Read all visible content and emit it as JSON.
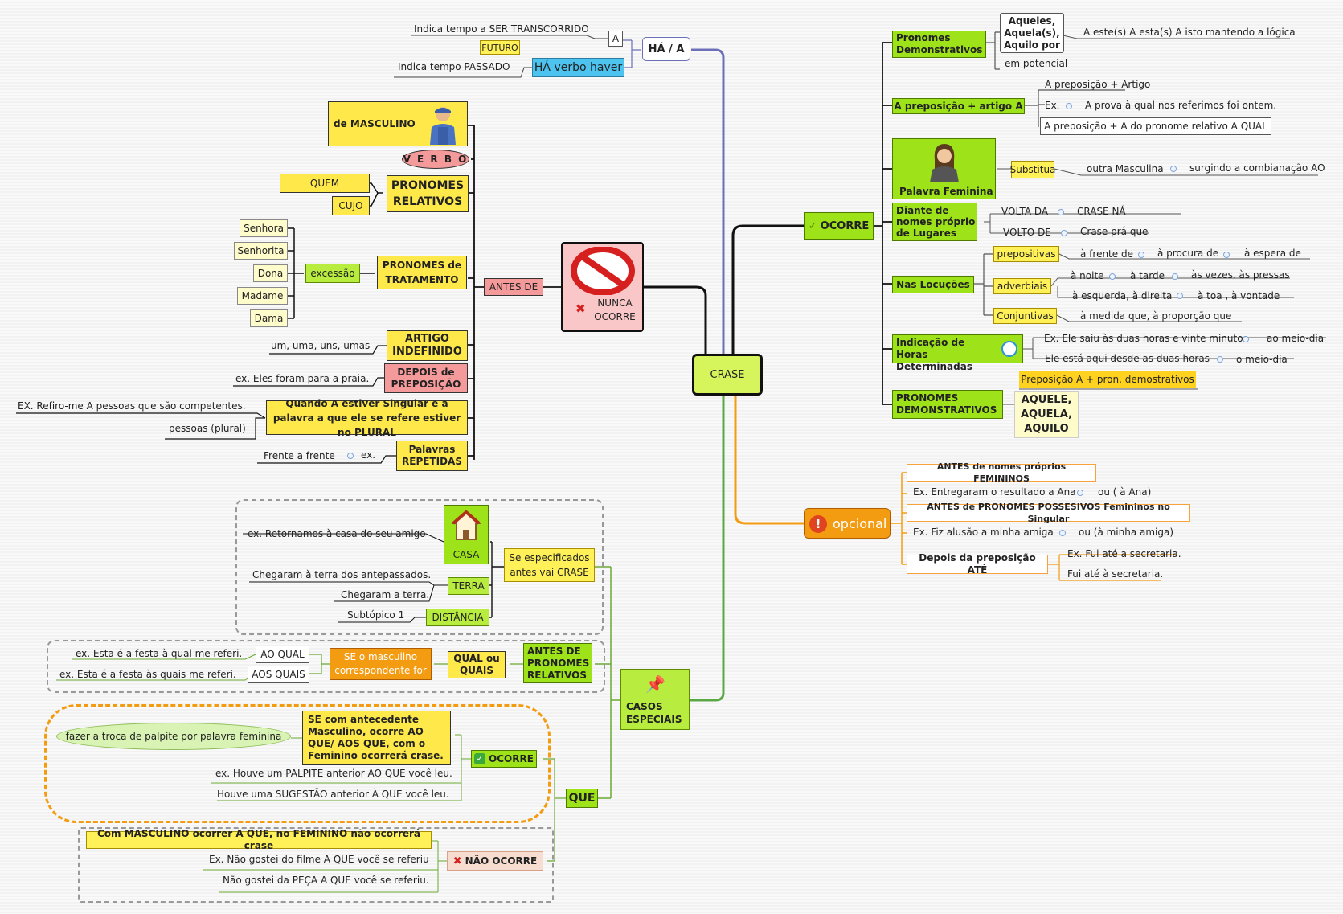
{
  "center": "CRASE",
  "ha_a": {
    "label": "HÁ / A",
    "a": "A",
    "a_desc": "Indica tempo a SER TRANSCORRIDO",
    "futuro": "FUTURO",
    "ha": "HÁ verbo haver",
    "ha_desc": "Indica tempo PASSADO"
  },
  "nunca": {
    "label": "NUNCA OCORRE",
    "antes_de": "ANTES DE",
    "masculino": "de MASCULINO",
    "verbo": "V E R B O",
    "pron_rel": "PRONOMES RELATIVOS",
    "quem": "QUEM",
    "cujo": "CUJO",
    "pron_trat": "PRONOMES de TRATAMENTO",
    "excecao": "excessão",
    "tratamentos": [
      "Senhora",
      "Senhorita",
      "Dona",
      "Madame",
      "Dama"
    ],
    "artigo": "ARTIGO INDEFINIDO",
    "artigo_ex": "um, uma, uns, umas",
    "depois": "DEPOIS de PREPOSIÇÃO",
    "depois_ex": "ex. Eles foram para a praia.",
    "singular": "Quando A estiver Singular e a palavra a que ele se refere estiver no PLURAL",
    "singular_ex": "EX. Refiro-me A  pessoas que são competentes.",
    "singular_ex2": "pessoas (plural)",
    "repetidas": "Palavras REPETIDAS",
    "repetidas_ex": "ex.",
    "repetidas_ex2": "Frente a frente"
  },
  "ocorre": {
    "label": "OCORRE",
    "pron_dem": "Pronomes Demonstrativos",
    "aqueles": "Aqueles, Aquela(s), Aquilo por",
    "aqueles_desc": "A este(s) A esta(s) A isto mantendo a lógica",
    "potencial": "em potencial",
    "prep_artigo": "A preposição + artigo A",
    "prep_artigo_1": "A preposição + Artigo",
    "prep_artigo_ex": "Ex.",
    "prep_artigo_ex_txt": "A prova à qual nos referimos foi ontem.",
    "prep_artigo_3": "A preposição + A do pronome relativo A QUAL",
    "fem": "Palavra Feminina",
    "substitua": "Substitua",
    "outra": "outra Masculina",
    "surgindo": "surgindo a combianação AO",
    "lugares": "Diante de nomes próprio de Lugares",
    "volta": "VOLTA DA",
    "crase_na": "CRASE NÁ",
    "volto": "VOLTO DE",
    "crase_pra": "Crase prá que",
    "locucoes": "Nas Locuções",
    "prepositivas": "prepositivas",
    "prep_items": [
      "à frente de",
      "à procura de",
      "à espera de"
    ],
    "adverbiais": "adverbiais",
    "adv_items1": [
      "à noite",
      "à tarde",
      "às vezes, às pressas"
    ],
    "adv_items2": [
      "à esquerda, à direita",
      "à toa , à vontade"
    ],
    "conjuntivas": "Conjuntivas",
    "conj_item": "à medida que, à proporção que",
    "horas": "Indicação de Horas Determinadas",
    "horas_1": "Ex. Ele saiu às duas horas e vinte minutos",
    "horas_1b": "ao meio-dia",
    "horas_2": "Ele está aqui desde as duas horas",
    "horas_2b": "o meio-dia",
    "pron_dem2": "PRONOMES DEMONSTRATIVOS",
    "prep_pron": "Preposição A + pron. demostrativos",
    "aquele": "AQUELE, AQUELA, AQUILO"
  },
  "opcional": {
    "label": "opcional",
    "fem_proprios": "ANTES de nomes próprios FEMININOS",
    "ex1": "Ex. Entregaram o resultado a Ana",
    "ex1b": "ou  ( à Ana)",
    "possessivos": "ANTES de PRONOMES POSSESIVOS Femininos no Singular",
    "ex2": "Ex.  Fiz alusão a minha amiga",
    "ex2b": "ou (à minha amiga)",
    "ate": "Depois da preposição ATÉ",
    "ate1": "Ex. Fui até a secretaria.",
    "ate2": "Fui até à secretaria."
  },
  "casos": {
    "label": "CASOS ESPECIAIS",
    "especificados": "Se especificados antes vai CRASE",
    "casa": "CASA",
    "casa_ex": "ex. Retornamos à casa do seu amigo",
    "terra": "TERRA",
    "terra_ex1": "Chegaram à terra dos antepassados.",
    "terra_ex2": "Chegaram a terra.",
    "distancia": "DISTÂNCIA",
    "distancia_ex": "Subtópico 1",
    "antes_pron": "ANTES DE PRONOMES RELATIVOS",
    "qual": "QUAL ou QUAIS",
    "se_masc": "SE o masculino correspondente for",
    "ao_qual": "AO QUAL",
    "ao_qual_ex": "ex. Esta é a festa à qual me referi.",
    "aos_quais": "AOS QUAIS",
    "aos_quais_ex": "ex. Esta é a festa às quais me referi.",
    "que": "QUE",
    "que_ocorre": "OCORRE",
    "que_antecedente": "SE com antecedente Masculino, ocorre AO QUE/ AOS QUE, com o Feminino ocorrerá crase.",
    "palpite": "fazer a troca de palpite por palavra feminina",
    "que_ex1": "ex. Houve um PALPITE anterior AO QUE você leu.",
    "que_ex2": "Houve uma SUGESTÃO anterior À QUE  você leu.",
    "nao_ocorre": "NÃO OCORRE",
    "nao_desc": "Com MASCULINO ocorrer A QUE, no FEMININO não ocorrerá crase",
    "nao_ex1": "Ex. Não gostei do filme A QUE você se referiu",
    "nao_ex2": "Não gostei da PEÇA A QUE você se referiu."
  },
  "colors": {
    "blue_branch": "#6b6fb8",
    "black_branch": "#111111",
    "orange_branch": "#f39c12",
    "green_branch": "#5aa845",
    "lime": "#9ee21a",
    "yellow": "#ffe94a"
  }
}
